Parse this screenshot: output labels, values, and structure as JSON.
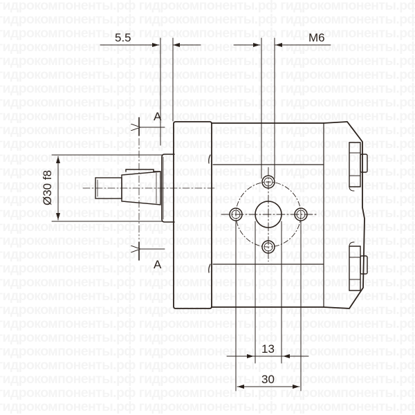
{
  "watermark": {
    "text": "гидрокомпоненты.рф",
    "color": "#f4f4f4",
    "rows": 30
  },
  "drawing": {
    "subject": "gear pump side view with front flange",
    "line_color": "#2a211c",
    "dimensions": {
      "top_left": {
        "label": "5.5"
      },
      "top_right": {
        "label": "M6"
      },
      "shaft_diameter": {
        "label": "Ø30 f8"
      },
      "section_mark_top": {
        "label": "A"
      },
      "section_mark_bottom": {
        "label": "A"
      },
      "bottom_inner": {
        "label": "13"
      },
      "bottom_outer": {
        "label": "30"
      }
    }
  }
}
